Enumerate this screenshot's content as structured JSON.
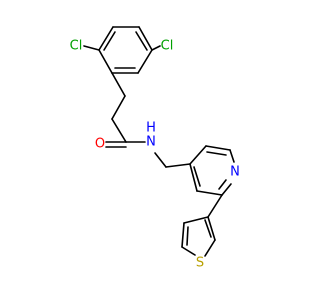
{
  "colors": {
    "bond": "#000000",
    "chlorine": "#00a000",
    "oxygen": "#ff0000",
    "nitrogen": "#0000ff",
    "sulfur": "#b8a000",
    "background": "#ffffff"
  },
  "atoms": {
    "cl_left": "Cl",
    "cl_right": "Cl",
    "oxygen": "O",
    "amide_n": "N",
    "amide_h": "H",
    "pyridine_n": "N",
    "sulfur": "S"
  }
}
